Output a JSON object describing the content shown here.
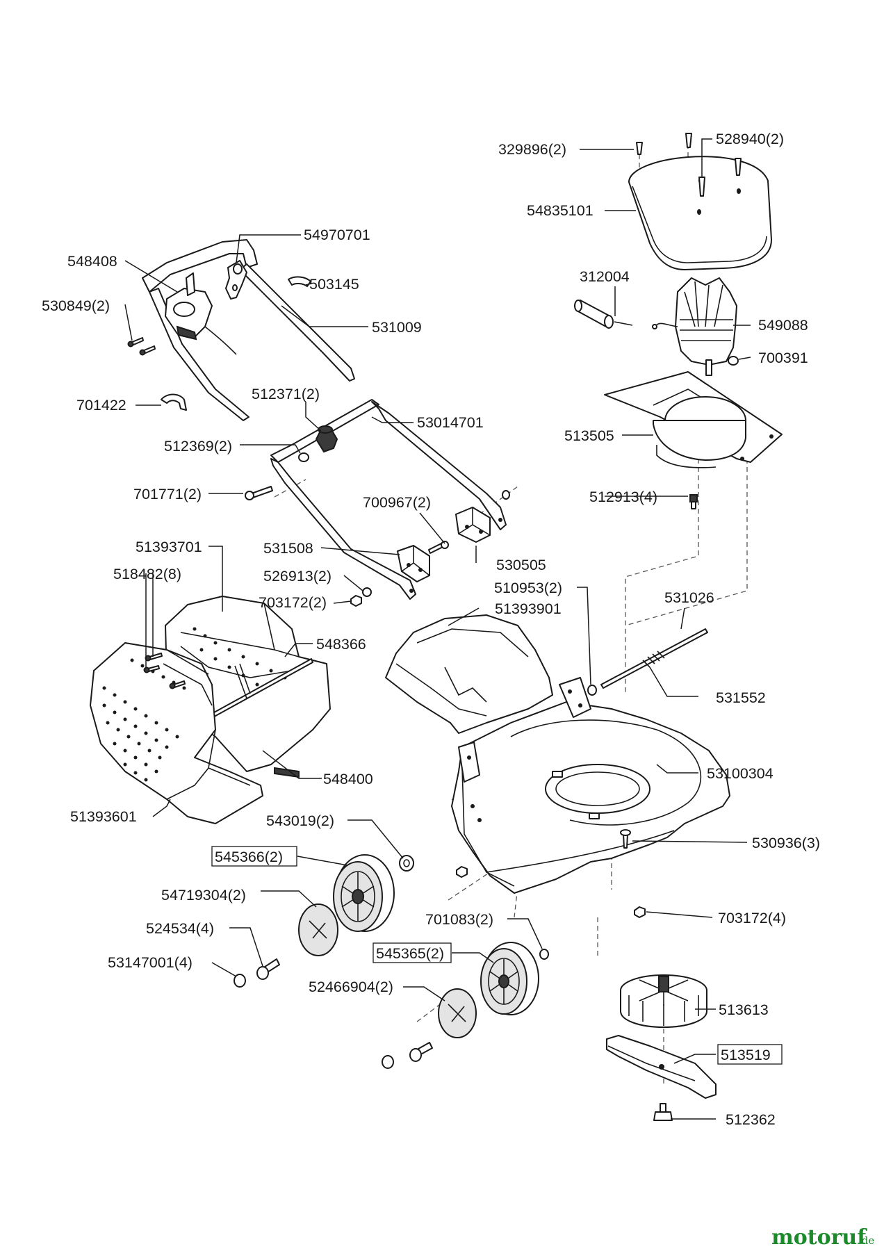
{
  "labels": {
    "l329896": "329896(2)",
    "l528940": "528940(2)",
    "l54835101": "54835101",
    "l54970701": "54970701",
    "l548408": "548408",
    "l503145": "503145",
    "l530849": "530849(2)",
    "l531009": "531009",
    "l312004": "312004",
    "l549088": "549088",
    "l700391": "700391",
    "l701422": "701422",
    "l512371": "512371(2)",
    "l53014701": "53014701",
    "l513505": "513505",
    "l512369": "512369(2)",
    "l701771": "701771(2)",
    "l700967": "700967(2)",
    "l512913": "512913(4)",
    "l51393701": "51393701",
    "l531508": "531508",
    "l530505": "530505",
    "l518482": "518482(8)",
    "l526913": "526913(2)",
    "l510953": "510953(2)",
    "l531026": "531026",
    "l703172a": "703172(2)",
    "l51393901": "51393901",
    "l548366": "548366",
    "l531552": "531552",
    "l53100304": "53100304",
    "l548400": "548400",
    "l51393601": "51393601",
    "l543019": "543019(2)",
    "l530936": "530936(3)",
    "l545366": "545366(2)",
    "l54719304": "54719304(2)",
    "l703172b": "703172(4)",
    "l701083": "701083(2)",
    "l524534": "524534(4)",
    "l545365": "545365(2)",
    "l53147001": "53147001(4)",
    "l52466904": "52466904(2)",
    "l513613": "513613",
    "l513519": "513519",
    "l512362": "512362"
  },
  "watermark": {
    "brand": "motoruf",
    "suffix": ".de"
  }
}
